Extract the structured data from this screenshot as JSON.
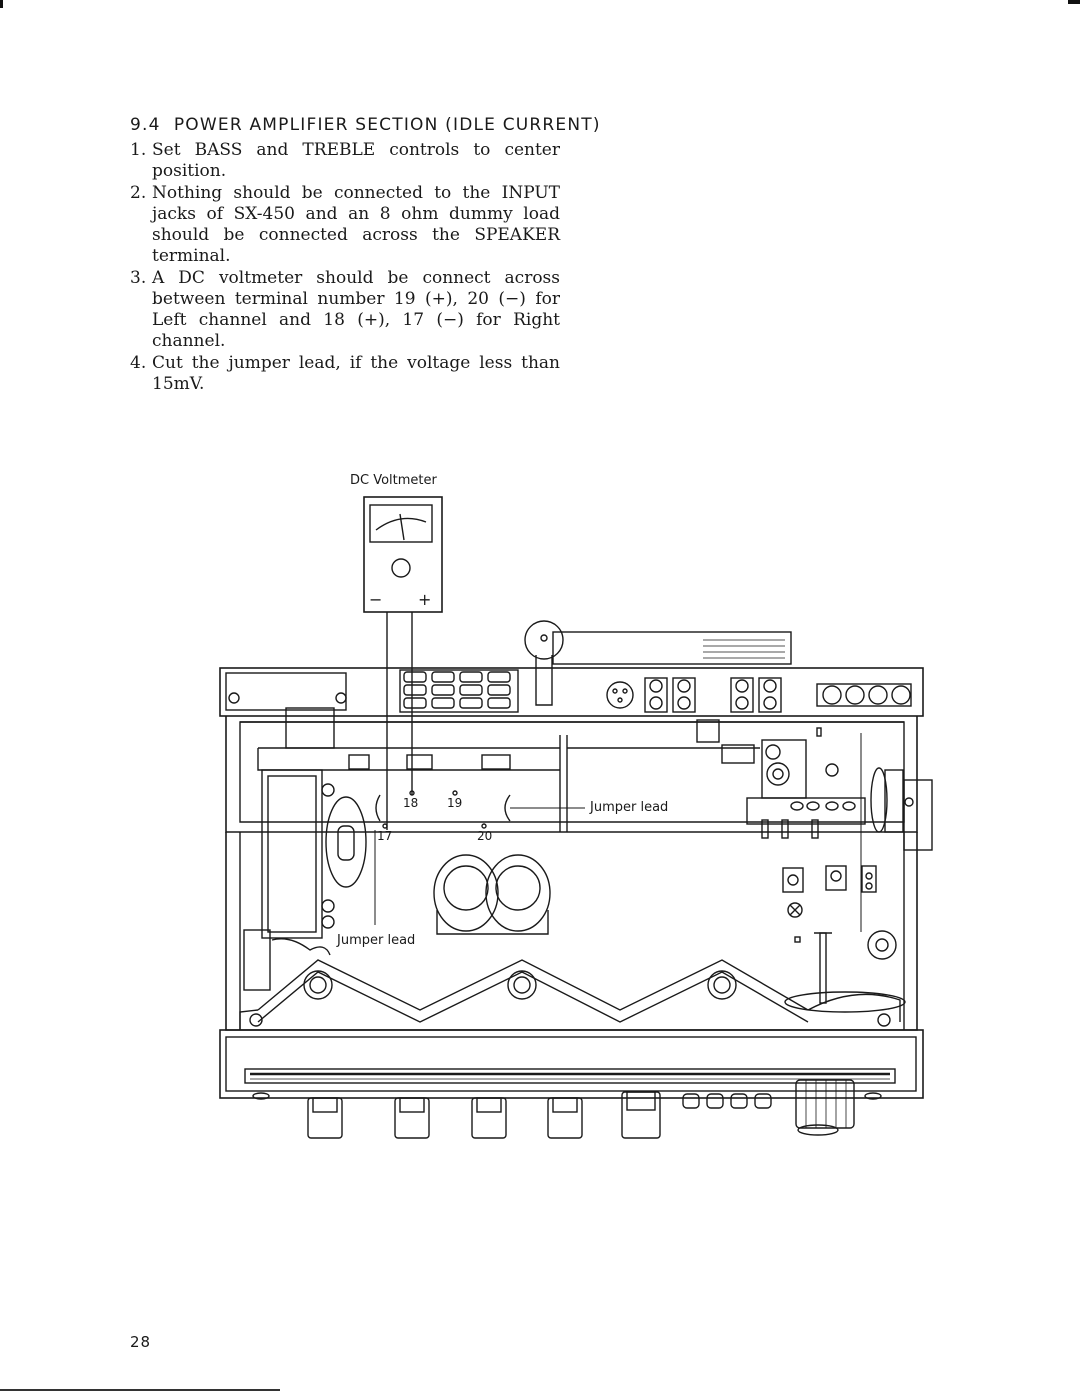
{
  "section": {
    "number": "9.4",
    "title": "POWER AMPLIFIER SECTION (IDLE CURRENT)"
  },
  "steps": [
    {
      "num": "1.",
      "text": "Set BASS and TREBLE controls to center position."
    },
    {
      "num": "2.",
      "text": "Nothing should be connected to the INPUT jacks of SX-450 and an 8 ohm dummy load should be connected across the SPEAKER terminal."
    },
    {
      "num": "3.",
      "text": "A DC voltmeter should be connect across between terminal number 19 (+), 20 (−) for Left channel and 18 (+), 17 (−) for Right channel."
    },
    {
      "num": "4.",
      "text": "Cut the jumper lead, if the voltage less than 15mV."
    }
  ],
  "diagram": {
    "voltmeter_label": "DC Voltmeter",
    "minus_sign": "−",
    "plus_sign": "+",
    "terminals": {
      "t18": "18",
      "t19": "19",
      "t17": "17",
      "t20": "20"
    },
    "jumper_lead_right": "Jumper lead",
    "jumper_lead_left": "Jumper lead"
  },
  "page_number": "28"
}
